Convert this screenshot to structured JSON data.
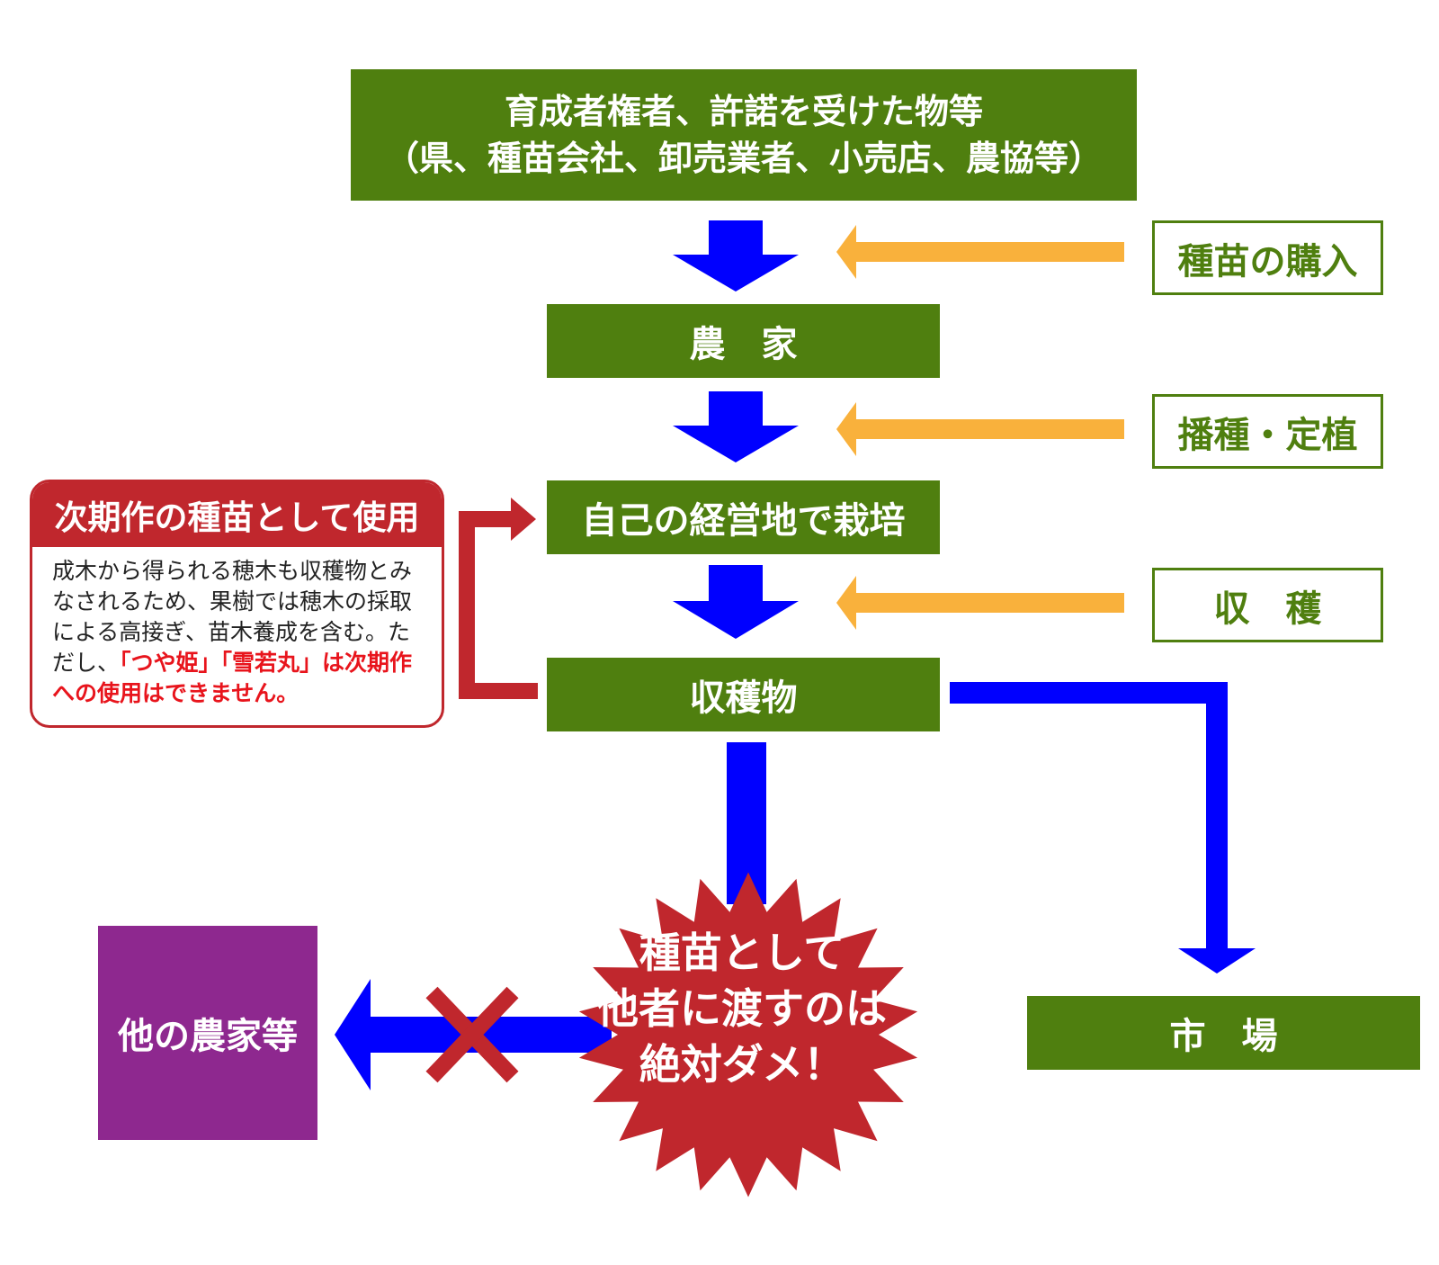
{
  "top_box": {
    "line1": "育成者権者、許諾を受けた物等",
    "line2": "（県、種苗会社、卸売業者、小売店、農協等）"
  },
  "farmer_box": "農　家",
  "cultivate_box": "自己の経営地で栽培",
  "harvest_box": "収穫物",
  "market_box": "市　場",
  "other_farmers_box": "他の農家等",
  "steps": {
    "purchase": "種苗の購入",
    "sowing": "播種・定植",
    "harvest": "収　穫"
  },
  "reuse_note": {
    "title": "次期作の種苗として使用",
    "body": "成木から得られる穂木も収穫物とみなされるため、果樹では穂木の採取による高接ぎ、苗木養成を含む。ただし、",
    "highlight1": "「つや姫」「雪若丸」",
    "highlight2": "は次期作への使用はできません。"
  },
  "warning": {
    "line1": "種苗として",
    "line2": "他者に渡すのは",
    "line3": "絶対ダメ！"
  },
  "colors": {
    "green": "#4f7f0f",
    "blue": "#0000ff",
    "orange": "#f9b13c",
    "red": "#c0272d",
    "purple": "#8e288f"
  }
}
